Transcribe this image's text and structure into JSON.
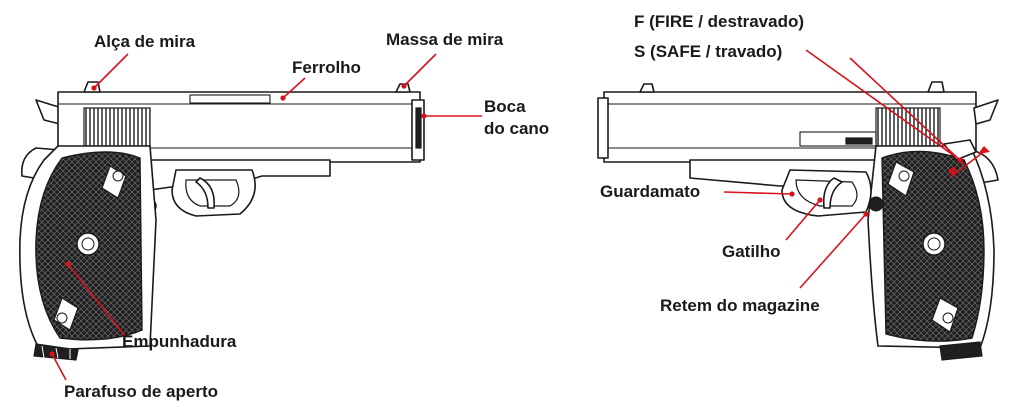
{
  "labels": {
    "rear_sight": "Alça de mira",
    "slide": "Ferrolho",
    "front_sight": "Massa de mira",
    "muzzle": "Boca\ndo cano",
    "grip": "Empunhadura",
    "grip_screw": "Parafuso de aperto",
    "fire_position": "F (FIRE / destravado)",
    "safe_position": "S (SAFE / travado)",
    "trigger_guard": "Guardamato",
    "trigger": "Gatilho",
    "magazine_release": "Retem do magazine"
  },
  "colors": {
    "leader": "#d8121b",
    "outline": "#1a1a1a",
    "grip_fill": "#1f1f1f"
  }
}
